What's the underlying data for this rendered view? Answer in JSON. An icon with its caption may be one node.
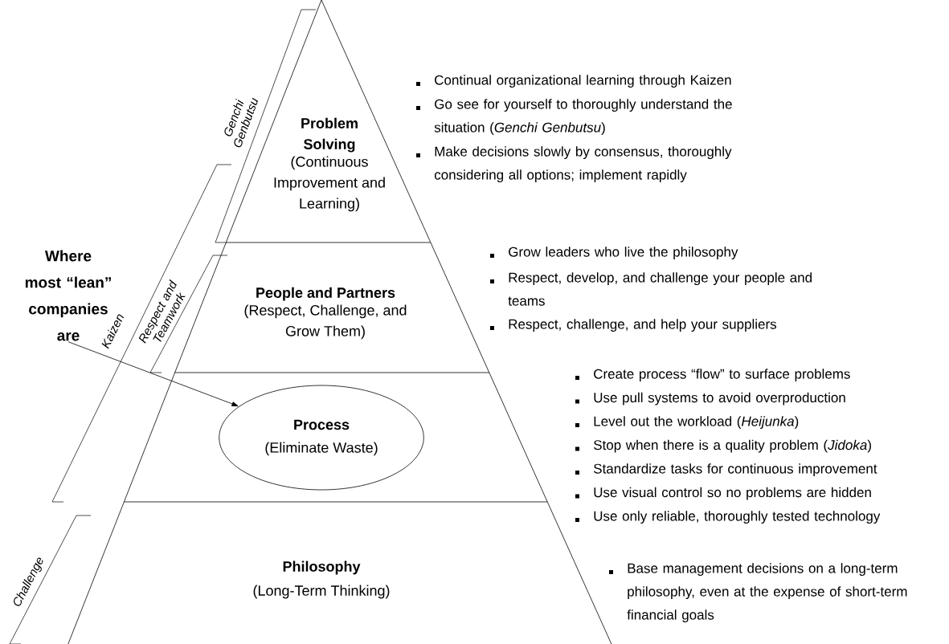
{
  "diagram": {
    "nodes": [
      {
        "text": [
          "Problem Solving",
          "(Continuous Improvement and Learning)"
        ],
        "beside": [
          "Continual organizational learning through Kaizen",
          "Go see for yourself to thoroughly understand the situation (*Genchi Genbutsu*)",
          "Make decisions slowly by consensus, thoroughly considering all options; implement rapidly"
        ]
      },
      {
        "text": [
          "People and Partners",
          "(Respect, Challenge, and Grow Them)"
        ],
        "beside": [
          "Grow leaders who live the philosophy",
          "Respect, develop, and challenge your people and teams",
          "Respect, challenge, and help your suppliers"
        ]
      },
      {
        "text": [],
        "shape": "band",
        "beside": [
          "Create process “flow” to surface problems",
          "Use pull systems to avoid overproduction",
          "Level out the workload (*Heijunka*)",
          "Stop when there is a quality problem (*Jidoka*)",
          "Standardize tasks for continuous improvement",
          "Use visual control so no problems are hidden",
          "Use only reliable, thoroughly tested technology"
        ]
      },
      {
        "text": [
          "Process",
          "(Eliminate Waste)"
        ],
        "in": 2
      },
      {
        "text": [
          "Philosophy",
          "(Long-Term Thinking)"
        ]
      },
      {
        "text": [
          "Where most “lean” companies are"
        ]
      }
    ],
    "edges": [
      {
        "from": 5,
        "to": 3,
        "arrow": "to"
      }
    ],
    "labels": [
      "Genchi Genbutsu",
      "Kaizen",
      "Respect and Teamwork",
      "Challenge",
      "Base management decisions on a long-term philosophy, even at the expense of short-term financial goals"
    ]
  }
}
